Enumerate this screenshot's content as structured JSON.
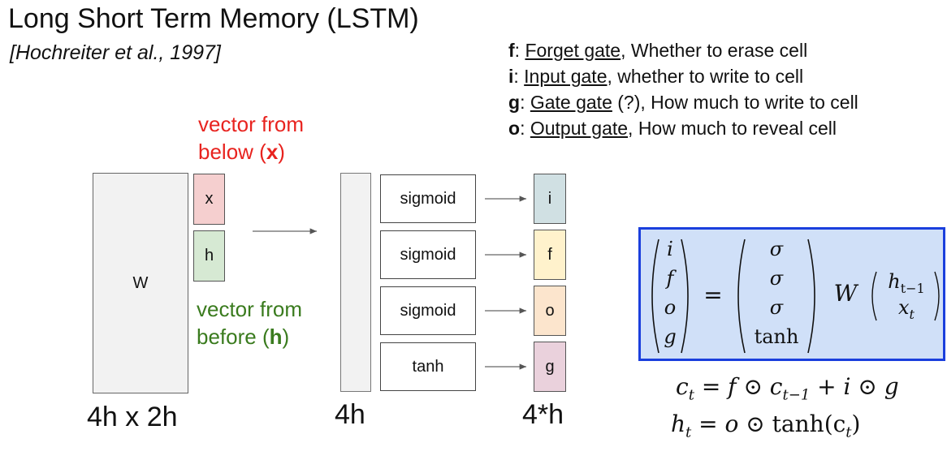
{
  "header": {
    "title": "Long Short Term Memory (LSTM)",
    "citation": "[Hochreiter et al., 1997]"
  },
  "gates": [
    {
      "sym": "f",
      "sep": ": ",
      "name": "Forget gate",
      "desc": ", Whether to erase cell"
    },
    {
      "sym": "i",
      "sep": ": ",
      "name": "Input gate",
      "desc": ", whether to write to cell"
    },
    {
      "sym": "g",
      "sep": ": ",
      "name": "Gate gate",
      "desc": " (?), How much to write to cell"
    },
    {
      "sym": "o",
      "sep": ": ",
      "name": "Output gate",
      "desc": ", How much to reveal cell"
    }
  ],
  "labels": {
    "below_line1": "vector from",
    "below_line2_pre": "below (",
    "below_sym": "x",
    "below_line2_post": ")",
    "before_line1": "vector from",
    "before_line2_pre": "before (",
    "before_sym": "h",
    "before_line2_post": ")"
  },
  "blocks": {
    "w": "W",
    "x": "x",
    "h": "h",
    "dim_w": "4h x 2h",
    "dim_vec": "4h",
    "dim_out": "4*h"
  },
  "activations": [
    "sigmoid",
    "sigmoid",
    "sigmoid",
    "tanh"
  ],
  "outputs": [
    {
      "label": "i",
      "color": "#d0e0e3"
    },
    {
      "label": "f",
      "color": "#fff2cc"
    },
    {
      "label": "o",
      "color": "#fce5cd"
    },
    {
      "label": "g",
      "color": "#ead1dc"
    }
  ],
  "colors": {
    "red": "#e8231f",
    "green": "#3a7b1e",
    "eq_bg": "#d0e0f8",
    "eq_border": "#1a3fdd"
  },
  "equation": {
    "lhs": [
      "i",
      "f",
      "o",
      "g"
    ],
    "rhs": [
      "σ",
      "σ",
      "σ",
      "tanh"
    ],
    "equals": "=",
    "W": "W",
    "vec_top": "h",
    "vec_top_sub": "t−1",
    "vec_bot": "x",
    "vec_bot_sub": "t",
    "c_eq": "c",
    "c_eq_rest": " = f ⊙ c",
    "c_sub_tm1": "t−1",
    "c_tail": " + i ⊙ g",
    "h_eq": "h",
    "h_eq_rest": " = o ⊙ ",
    "h_tanh": "tanh",
    "h_tail_pre": "(c",
    "h_tail_post": ")",
    "t": "t"
  }
}
